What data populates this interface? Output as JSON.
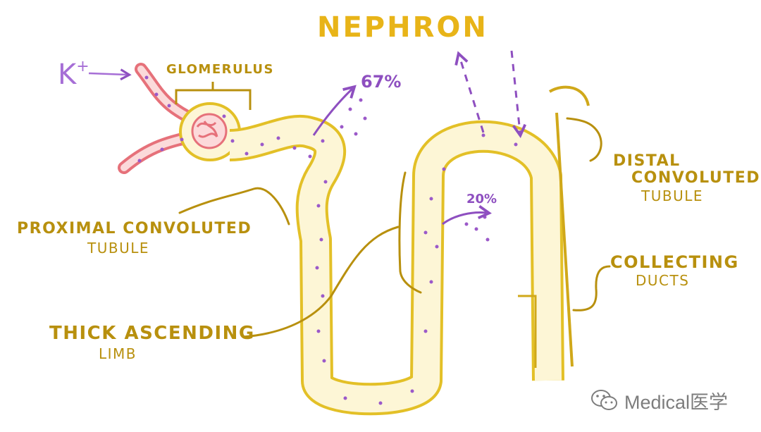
{
  "title": "NEPHRON",
  "ion_label": {
    "symbol": "K",
    "charge": "+"
  },
  "labels": {
    "glomerulus": "GLOMERULUS",
    "pct_line1": "PROXIMAL CONVOLUTED",
    "pct_line2": "TUBULE",
    "tal_line1": "THICK ASCENDING",
    "tal_line2": "LIMB",
    "dct_line1": "DISTAL",
    "dct_line2": "CONVOLUTED",
    "dct_line3": "TUBULE",
    "cd_line1": "COLLECTING",
    "cd_line2": "DUCTS"
  },
  "reabsorption": {
    "proximal_tubule": "67%",
    "thick_ascending_limb": "20%"
  },
  "watermark": {
    "icon": "wechat-icon",
    "text": "Medical医学"
  },
  "colors": {
    "outline": "#e3c027",
    "tubule_fill": "#fdf6d6",
    "label": "#b8900e",
    "title": "#e8b418",
    "potassium": "#a66ed6",
    "vessel": "#e6717a"
  }
}
